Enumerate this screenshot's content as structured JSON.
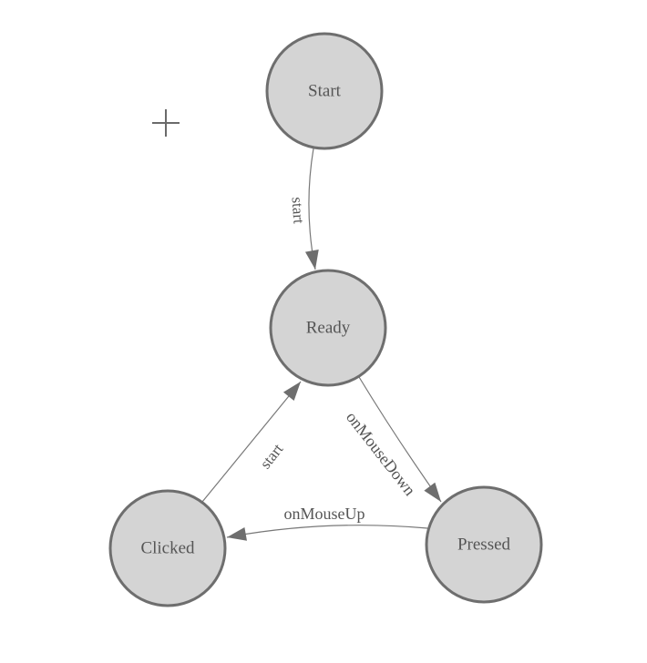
{
  "diagram": {
    "type": "state-machine",
    "nodes": [
      {
        "id": "start",
        "label": "Start"
      },
      {
        "id": "ready",
        "label": "Ready"
      },
      {
        "id": "clicked",
        "label": "Clicked"
      },
      {
        "id": "pressed",
        "label": "Pressed"
      }
    ],
    "edges": [
      {
        "from": "start",
        "to": "ready",
        "label": "start"
      },
      {
        "from": "ready",
        "to": "pressed",
        "label": "onMouseDown"
      },
      {
        "from": "pressed",
        "to": "clicked",
        "label": "onMouseUp"
      },
      {
        "from": "clicked",
        "to": "ready",
        "label": "start"
      }
    ]
  },
  "icons": {
    "crosshair": "plus-crosshair"
  },
  "colors": {
    "canvas_bg": "#ffffff",
    "node_fill": "#d4d4d4",
    "node_stroke": "#6e6e6e",
    "edge_stroke": "#787878",
    "arrow_fill": "#6e6e6e",
    "label_color": "#555555",
    "crosshair_color": "#6a6a6a"
  }
}
